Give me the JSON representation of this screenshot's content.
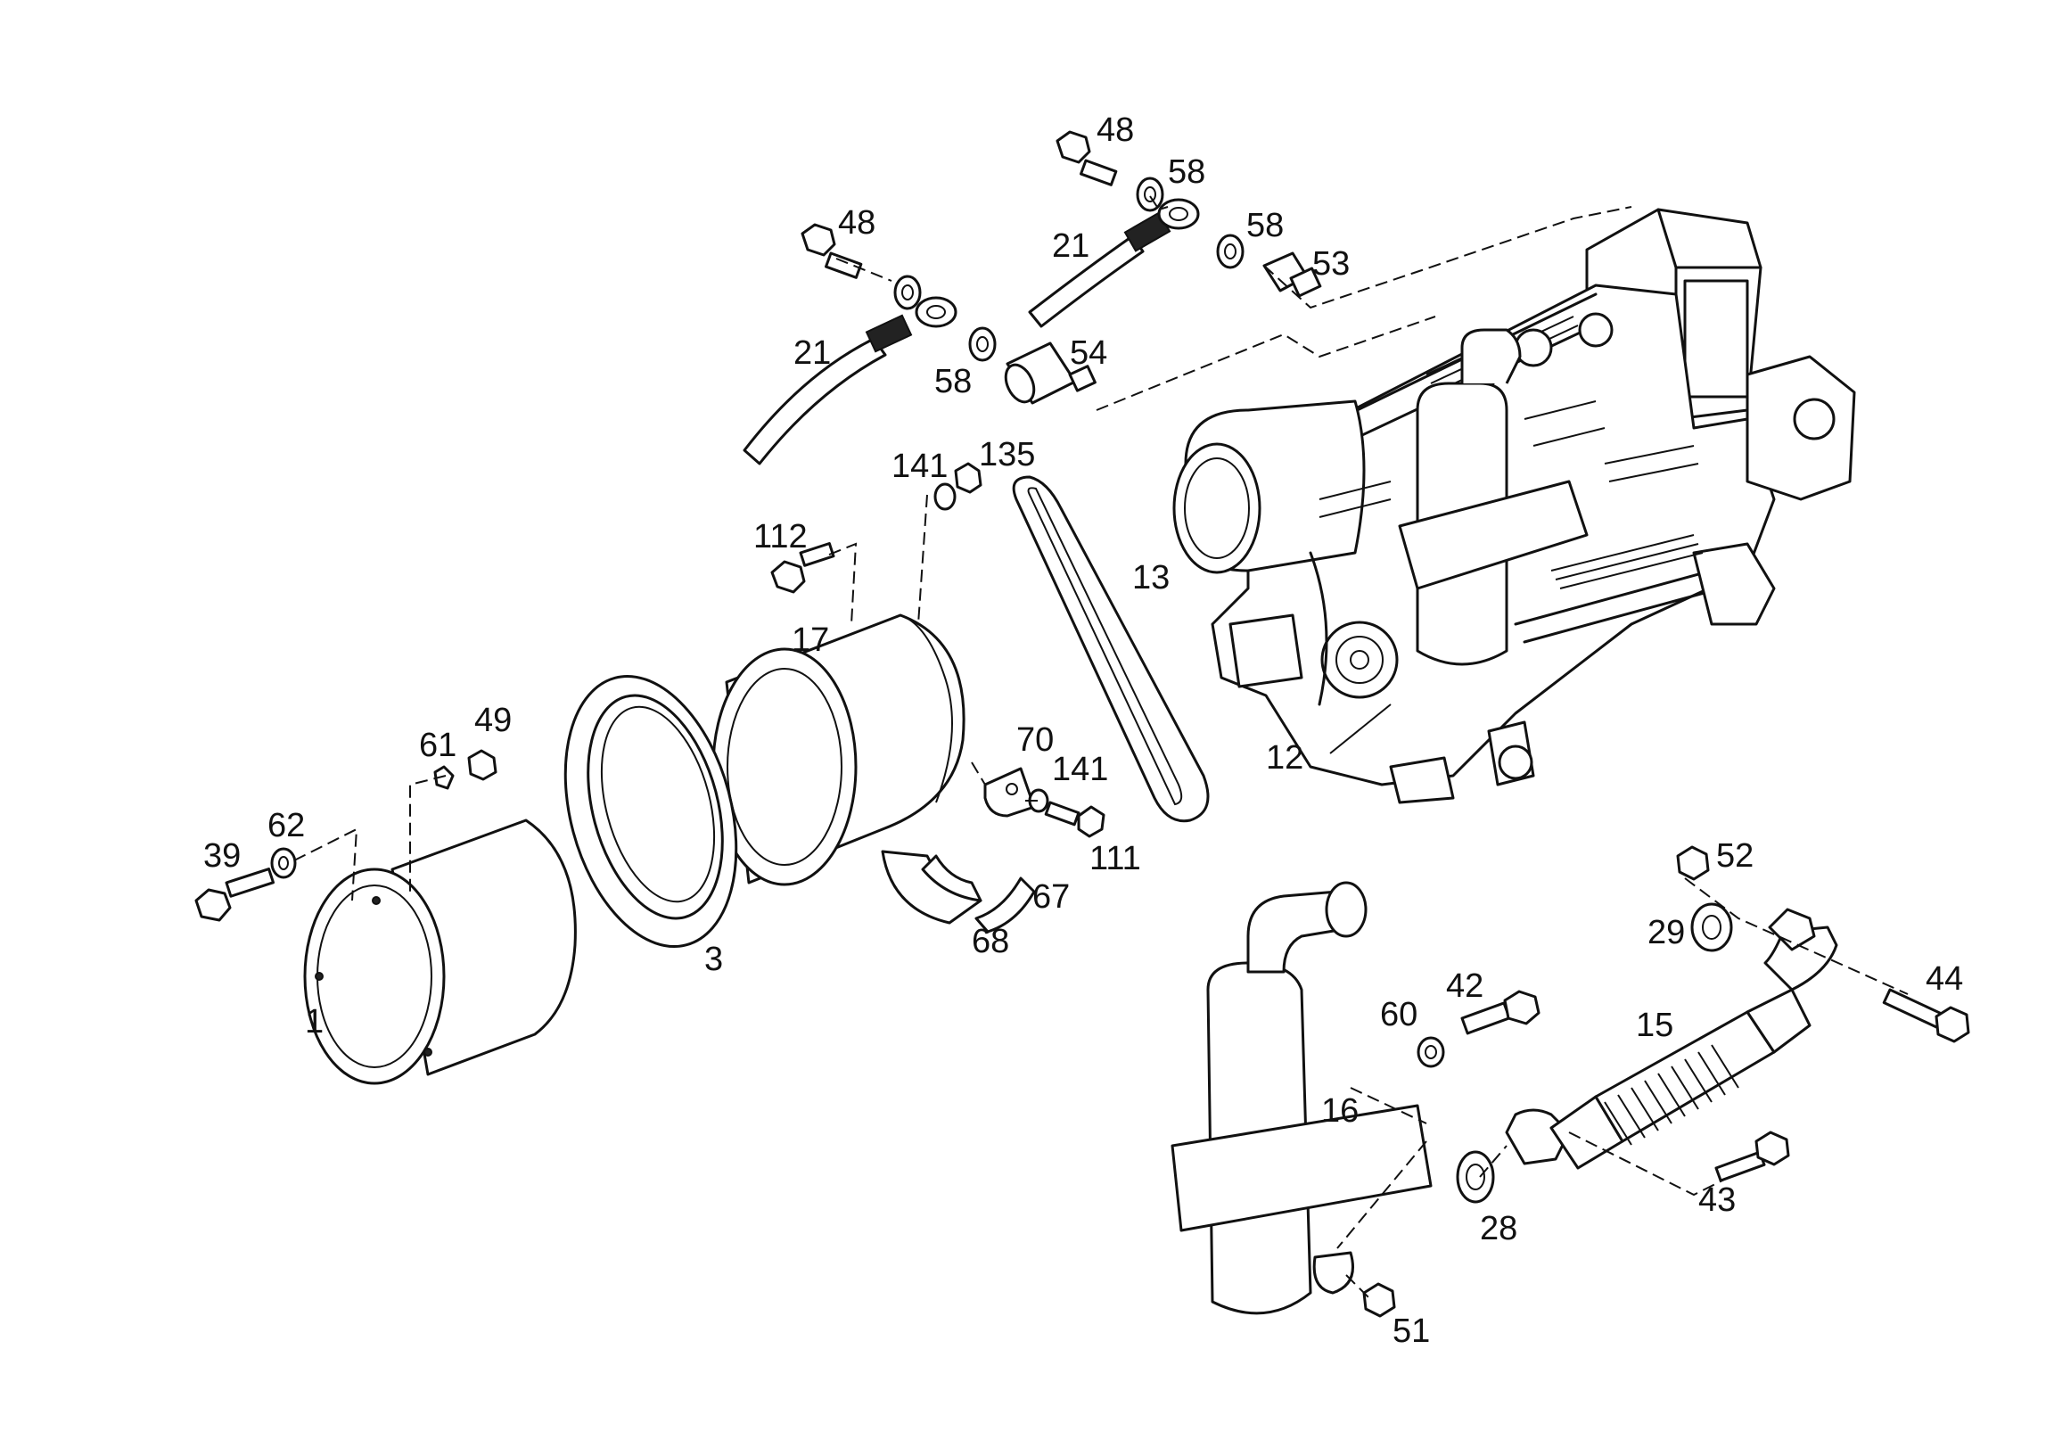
{
  "labels": {
    "l48a": "48",
    "l58a": "58",
    "l48b": "48",
    "l21a": "21",
    "l58b": "58",
    "l53": "53",
    "l21b": "21",
    "l54": "54",
    "l58c": "58",
    "l141a": "141",
    "l135": "135",
    "l112": "112",
    "l13": "13",
    "l17": "17",
    "l12": "12",
    "l61": "61",
    "l49": "49",
    "l70": "70",
    "l141b": "141",
    "l62": "62",
    "l39": "39",
    "l111": "111",
    "l52": "52",
    "l67": "67",
    "l29": "29",
    "l68": "68",
    "l3": "3",
    "l44": "44",
    "l42": "42",
    "l60": "60",
    "l15": "15",
    "l1": "1",
    "l16": "16",
    "l43": "43",
    "l28": "28",
    "l51": "51"
  }
}
